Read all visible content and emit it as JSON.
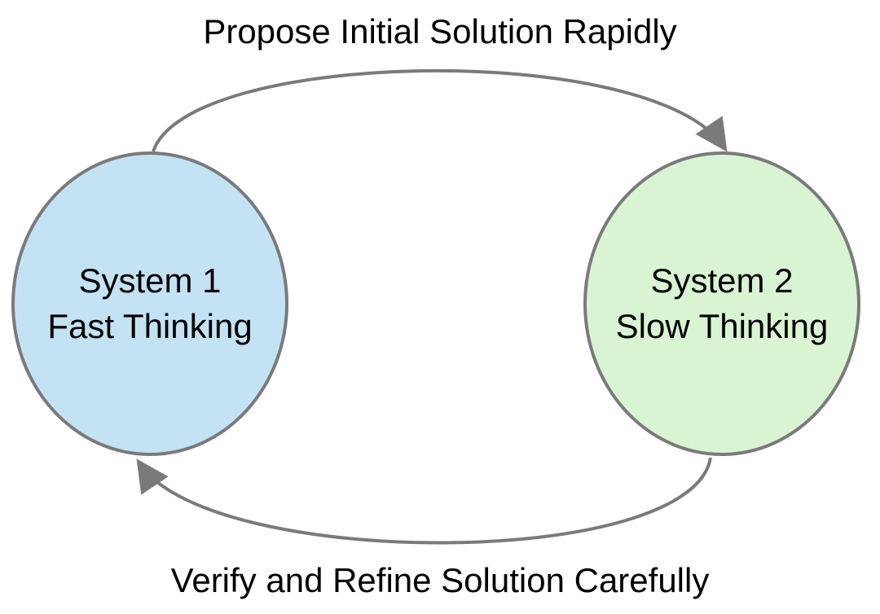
{
  "arrows": {
    "forward_label": "Propose Initial Solution Rapidly",
    "backward_label": "Verify and Refine Solution Carefully",
    "stroke_color": "#7a7a7a"
  },
  "nodes": {
    "system1": {
      "title": "System 1",
      "subtitle": "Fast Thinking",
      "fill_color": "#c3e2f4"
    },
    "system2": {
      "title": "System 2",
      "subtitle": "Slow Thinking",
      "fill_color": "#d8f4d2"
    }
  }
}
